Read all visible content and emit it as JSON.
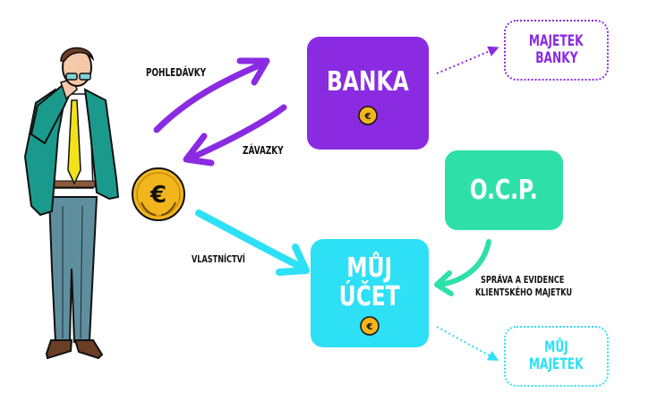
{
  "colors": {
    "bank": "#8a2be2",
    "ocp": "#2ee0a8",
    "account": "#2ee0f5",
    "coin": "#f2b51c",
    "label_text": "#111111"
  },
  "nodes": {
    "bank": {
      "label": "BANKA",
      "icon": "euro-coin-icon"
    },
    "bank_assets": {
      "line1": "MAJETEK",
      "line2": "BANKY"
    },
    "ocp": {
      "label": "O.C.P."
    },
    "my_account": {
      "line1": "MŮJ",
      "line2": "ÚČET",
      "icon": "euro-coin-icon"
    },
    "my_assets": {
      "line1": "MŮJ",
      "line2": "MAJETEK"
    }
  },
  "edges": {
    "receivables": "POHLEDÁVKY",
    "liabilities": "ZÁVAZKY",
    "ownership": "VLASTNÍCTVÍ",
    "custody_line1": "SPRÁVA A EVIDENCE",
    "custody_line2": "KLIENTSKÉHO MAJETKU"
  },
  "figure": {
    "icon": "businessman-illustration"
  },
  "coin": {
    "icon": "euro-coin-icon"
  }
}
